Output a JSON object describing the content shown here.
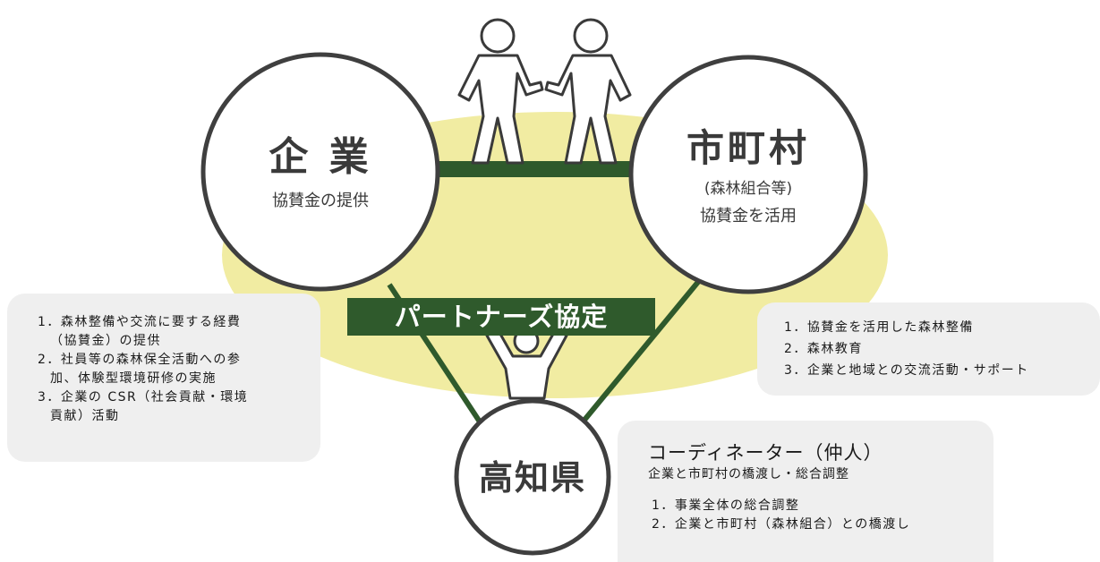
{
  "company": {
    "title": "企 業",
    "subtitle": "協賛金の提供",
    "roles": [
      "1．森林整備や交流に要する経費",
      "（協賛金）の提供",
      "2．社員等の森林保全活動への参",
      "加、体験型環境研修の実施",
      "3．企業の CSR（社会貢献・環境",
      "貢献）活動"
    ]
  },
  "municipality": {
    "title": "市町村",
    "sub1": "(森林組合等)",
    "sub2": "協賛金を活用",
    "roles": [
      "1．協賛金を活用した森林整備",
      "2．森林教育",
      "3．企業と地域との交流活動・サポート"
    ]
  },
  "agreement_label": "パートナーズ協定",
  "prefecture": {
    "title": "高知県",
    "role_title": "コーディネーター（仲人）",
    "role_subtitle": "企業と市町村の橋渡し・総合調整",
    "roles": [
      "1．事業全体の総合調整",
      "2．企業と市町村（森林組合）との橋渡し"
    ]
  },
  "colors": {
    "background_blob": "#f1eca2",
    "banner": "#2f5a2c",
    "lines": "#2f5a2c",
    "circle_stroke": "#3f3f3f",
    "note_bg": "#efefef"
  }
}
